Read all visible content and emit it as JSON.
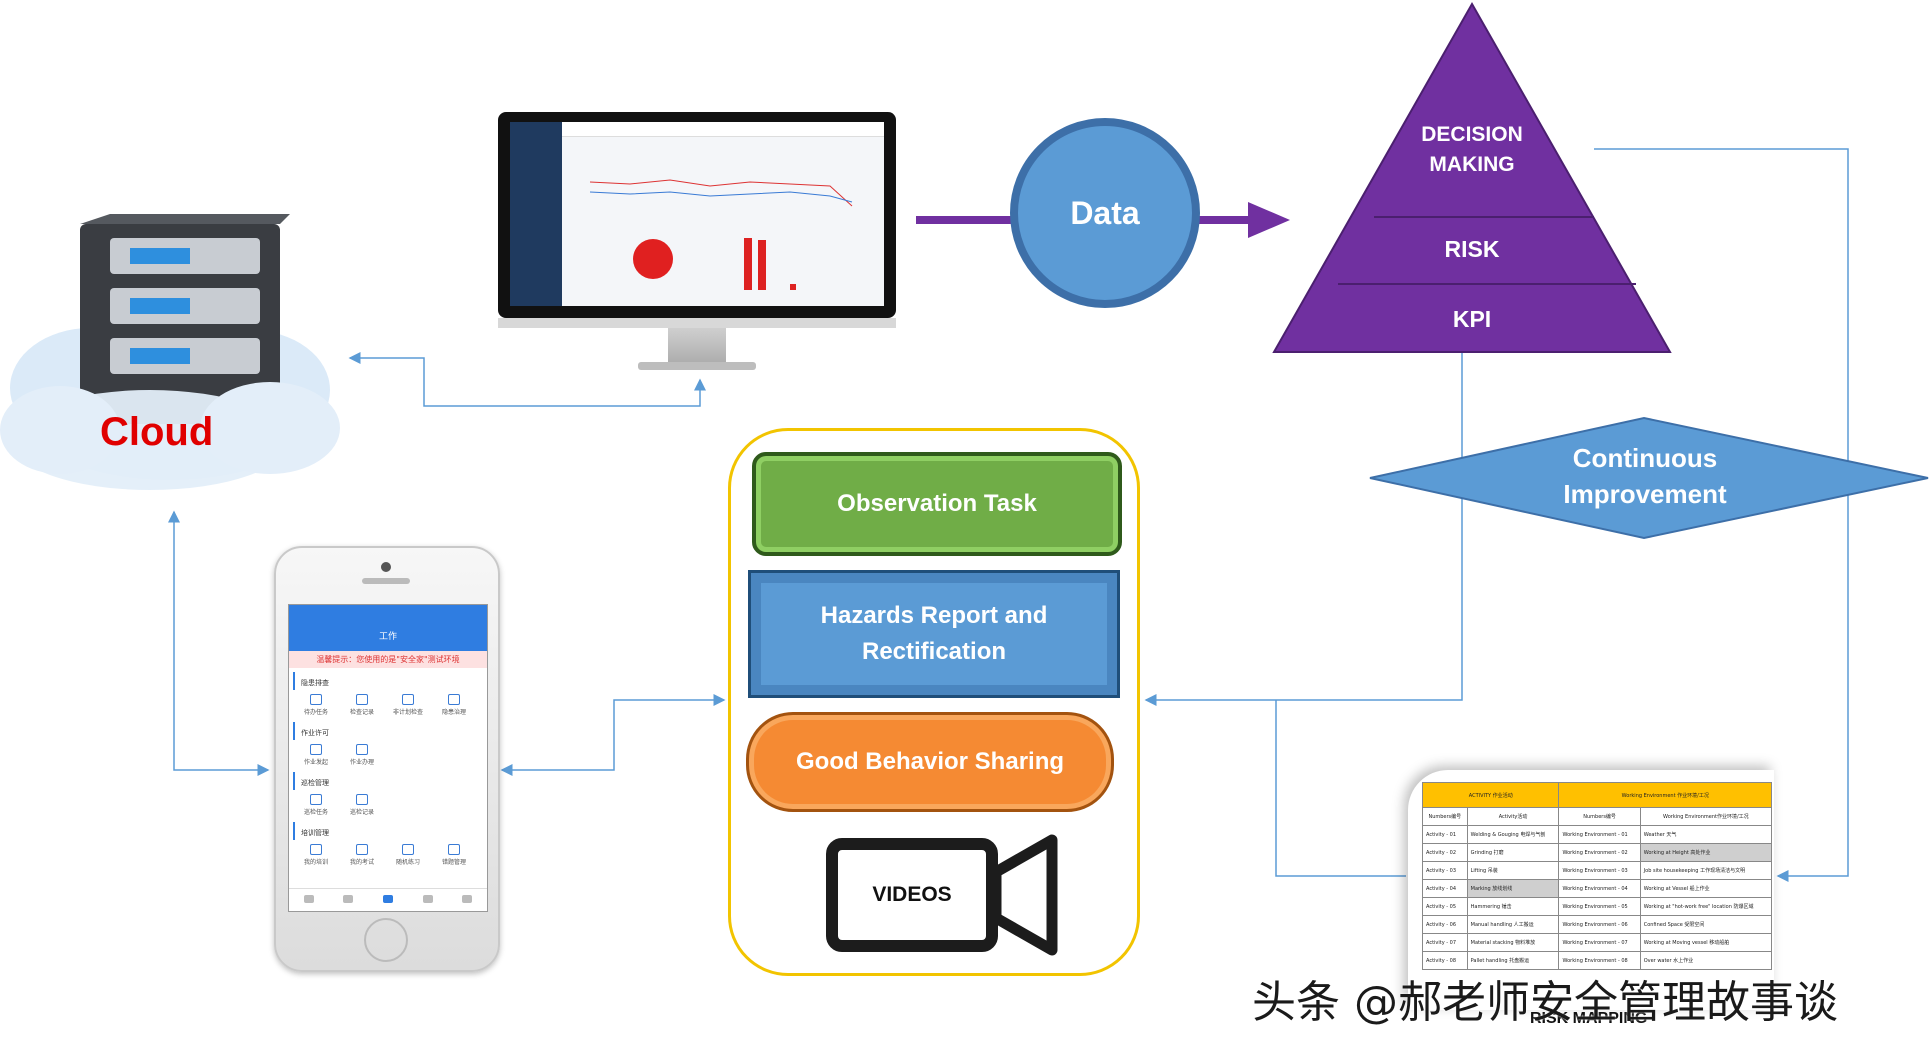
{
  "diagram": {
    "cloud_label": "Cloud",
    "data_label": "Data",
    "pyramid": {
      "top": "DECISION\nMAKING",
      "middle": "RISK",
      "bottom": "KPI",
      "color": "#7030a0"
    },
    "continuous_improvement": "Continuous\nImprovement",
    "center_boxes": {
      "observation": "Observation Task",
      "hazards": "Hazards Report and\nRectification",
      "good_behavior": "Good Behavior Sharing",
      "videos": "VIDEOS"
    },
    "risk_mapping_label": "RISK MAPPING",
    "watermark": "头条 @郝老师安全管理故事谈"
  },
  "phone_app": {
    "title": "工作",
    "warning": "温馨提示：您使用的是\"安全家\"测试环境",
    "sections": [
      {
        "name": "隐患排查",
        "items": [
          "待办任务",
          "检查记录",
          "非计划检查",
          "隐患治理"
        ]
      },
      {
        "name": "作业许可",
        "items": [
          "作业发起",
          "作业办理"
        ]
      },
      {
        "name": "巡检管理",
        "items": [
          "巡检任务",
          "巡检记录"
        ]
      },
      {
        "name": "培训管理",
        "items": [
          "我的培训",
          "我的考试",
          "随机练习",
          "错题管理"
        ]
      }
    ]
  },
  "risk_table": {
    "headers": [
      "ACTIVITY 作业活动",
      "Working Environment 作业环境/工况"
    ],
    "subheaders": [
      "Numbers编号",
      "Activity活动",
      "Numbers编号",
      "Working Environment作业环境/工况"
    ],
    "rows": [
      [
        "Activity - 01",
        "Welding & Gouging 电焊与气刨",
        "Working Environment - 01",
        "Weather 天气"
      ],
      [
        "Activity - 02",
        "Grinding 打磨",
        "Working Environment - 02",
        "Working at Height 高处作业"
      ],
      [
        "Activity - 03",
        "Lifting 吊装",
        "Working Environment - 03",
        "Job site housekeeping 工作现场清洁与文明"
      ],
      [
        "Activity - 04",
        "Marking 放线划线",
        "Working Environment - 04",
        "Working at Vessel 船上作业"
      ],
      [
        "Activity - 05",
        "Hammering 锤击",
        "Working Environment - 05",
        "Working at \"hot-work free\" location 防爆区域"
      ],
      [
        "Activity - 06",
        "Manual handling 人工搬运",
        "Working Environment - 06",
        "Confined Space 受限空间"
      ],
      [
        "Activity - 07",
        "Material stacking 物料堆放",
        "Working Environment - 07",
        "Working at Moving vessel 移动船舶"
      ],
      [
        "Activity - 08",
        "Pallet handling 托盘搬运",
        "Working Environment - 08",
        "Over water 水上作业"
      ]
    ]
  }
}
